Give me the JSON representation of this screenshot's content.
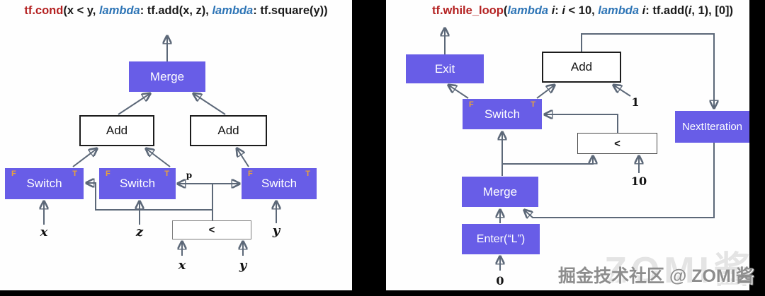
{
  "left_panel": {
    "title_segments": [
      {
        "t": "tf.cond",
        "c": "red"
      },
      {
        "t": "(x < y, ",
        "c": "black"
      },
      {
        "t": "lambda",
        "c": "blue",
        "i": true
      },
      {
        "t": ": tf.add(x, z), ",
        "c": "black"
      },
      {
        "t": "lambda",
        "c": "blue",
        "i": true
      },
      {
        "t": ": tf.square(y))",
        "c": "black"
      }
    ],
    "nodes": {
      "merge": "Merge",
      "add_left": "Add",
      "add_right": "Add",
      "switch_x": "Switch",
      "switch_z": "Switch",
      "switch_y": "Switch",
      "less_than": "<"
    },
    "port_false": "F",
    "port_true": "T",
    "labels": {
      "x_input": "x",
      "z_input": "z",
      "y_input": "y",
      "pred_x": "x",
      "pred_y": "y",
      "predicate": "p"
    }
  },
  "right_panel": {
    "title_segments": [
      {
        "t": "tf.while_loop",
        "c": "red"
      },
      {
        "t": "(",
        "c": "black"
      },
      {
        "t": "lambda ",
        "c": "blue",
        "i": true
      },
      {
        "t": "i",
        "c": "black",
        "i": true
      },
      {
        "t": ": ",
        "c": "black"
      },
      {
        "t": "i",
        "c": "black",
        "i": true
      },
      {
        "t": " < 10, ",
        "c": "black"
      },
      {
        "t": "lambda ",
        "c": "blue",
        "i": true
      },
      {
        "t": "i",
        "c": "black",
        "i": true
      },
      {
        "t": ": tf.add(",
        "c": "black"
      },
      {
        "t": "i",
        "c": "black",
        "i": true
      },
      {
        "t": ", 1), [0])",
        "c": "black"
      }
    ],
    "nodes": {
      "exit": "Exit",
      "add": "Add",
      "switch": "Switch",
      "next_iteration": "NextIteration",
      "less_than": "<",
      "merge": "Merge",
      "enter": "Enter(“L”)"
    },
    "port_false": "F",
    "port_true": "T",
    "labels": {
      "one": "1",
      "ten": "10",
      "zero": "0"
    }
  },
  "watermark": {
    "text": "掘金技术社区 @ ZOMI酱",
    "big_text": "ZOMI酱"
  },
  "colors": {
    "node_purple": "#685DE7",
    "line_gray": "#5C6878",
    "port_orange": "#E9A13B",
    "title_red": "#B42121",
    "title_blue": "#2E75B6"
  }
}
